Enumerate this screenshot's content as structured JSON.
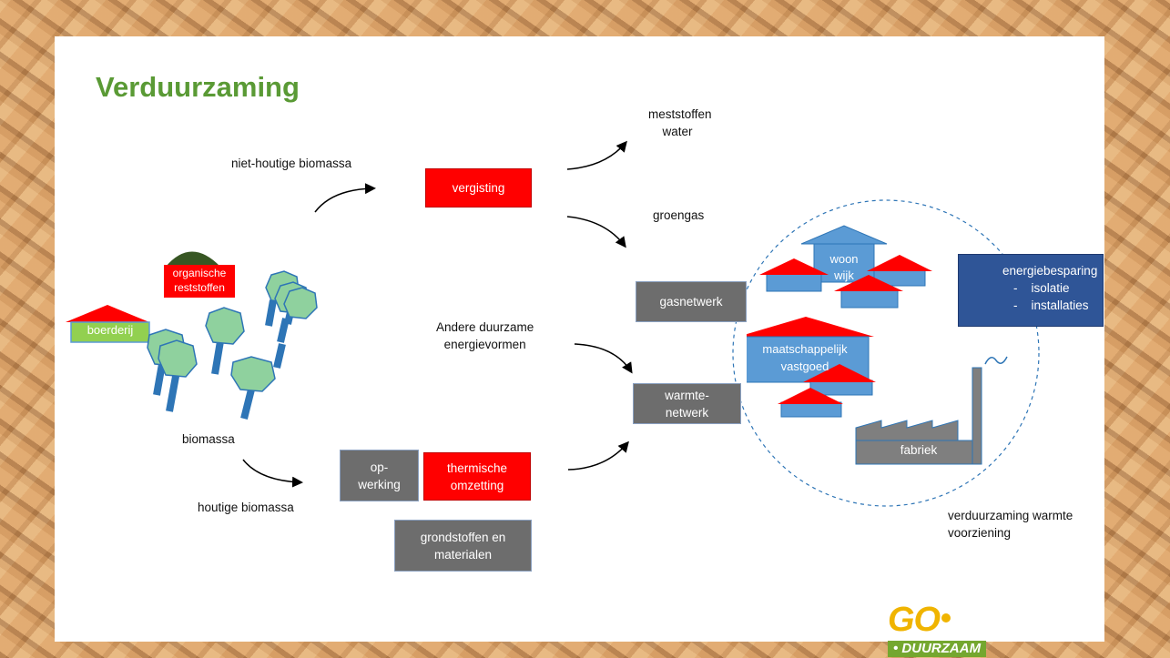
{
  "title": "Verduurzaming",
  "labels": {
    "niet_houtig": "niet-houtige biomassa",
    "meststoffen_1": "meststoffen",
    "meststoffen_2": "water",
    "groengas": "groengas",
    "andere_1": "Andere duurzame",
    "andere_2": "energievormen",
    "biomassa": "biomassa",
    "houtig": "houtige biomassa",
    "verduurzaming_1": "verduurzaming warmte",
    "verduurzaming_2": "voorziening"
  },
  "boxes": {
    "vergisting": "vergisting",
    "gasnetwerk": "gasnetwerk",
    "warmte_1": "warmte-",
    "warmte_2": "netwerk",
    "opwerking_1": "op-",
    "opwerking_2": "werking",
    "thermische_1": "thermische",
    "thermische_2": "omzetting",
    "grondstoffen_1": "grondstoffen en",
    "grondstoffen_2": "materialen",
    "energie_title": "energiebesparing",
    "energie_item1": "-    isolatie",
    "energie_item2": "-    installaties"
  },
  "farm": {
    "boerderij": "boerderij",
    "organische_1": "organische",
    "organische_2": "reststoffen"
  },
  "city": {
    "woon_1": "woon",
    "woon_2": "wijk",
    "maatschappelijk_1": "maatschappelijk",
    "maatschappelijk_2": "vastgoed",
    "fabriek": "fabriek"
  },
  "logo": {
    "go": "GO",
    "sub": "• DUURZAAM"
  },
  "colors": {
    "title_green": "#5a9a35",
    "red_box": "#ff0000",
    "grey_box": "#6d6d6d",
    "navy_box": "#2f5597",
    "building_blue": "#5b9bd5",
    "tree_green": "#8fd19e",
    "trunk_blue": "#2e75b6"
  }
}
